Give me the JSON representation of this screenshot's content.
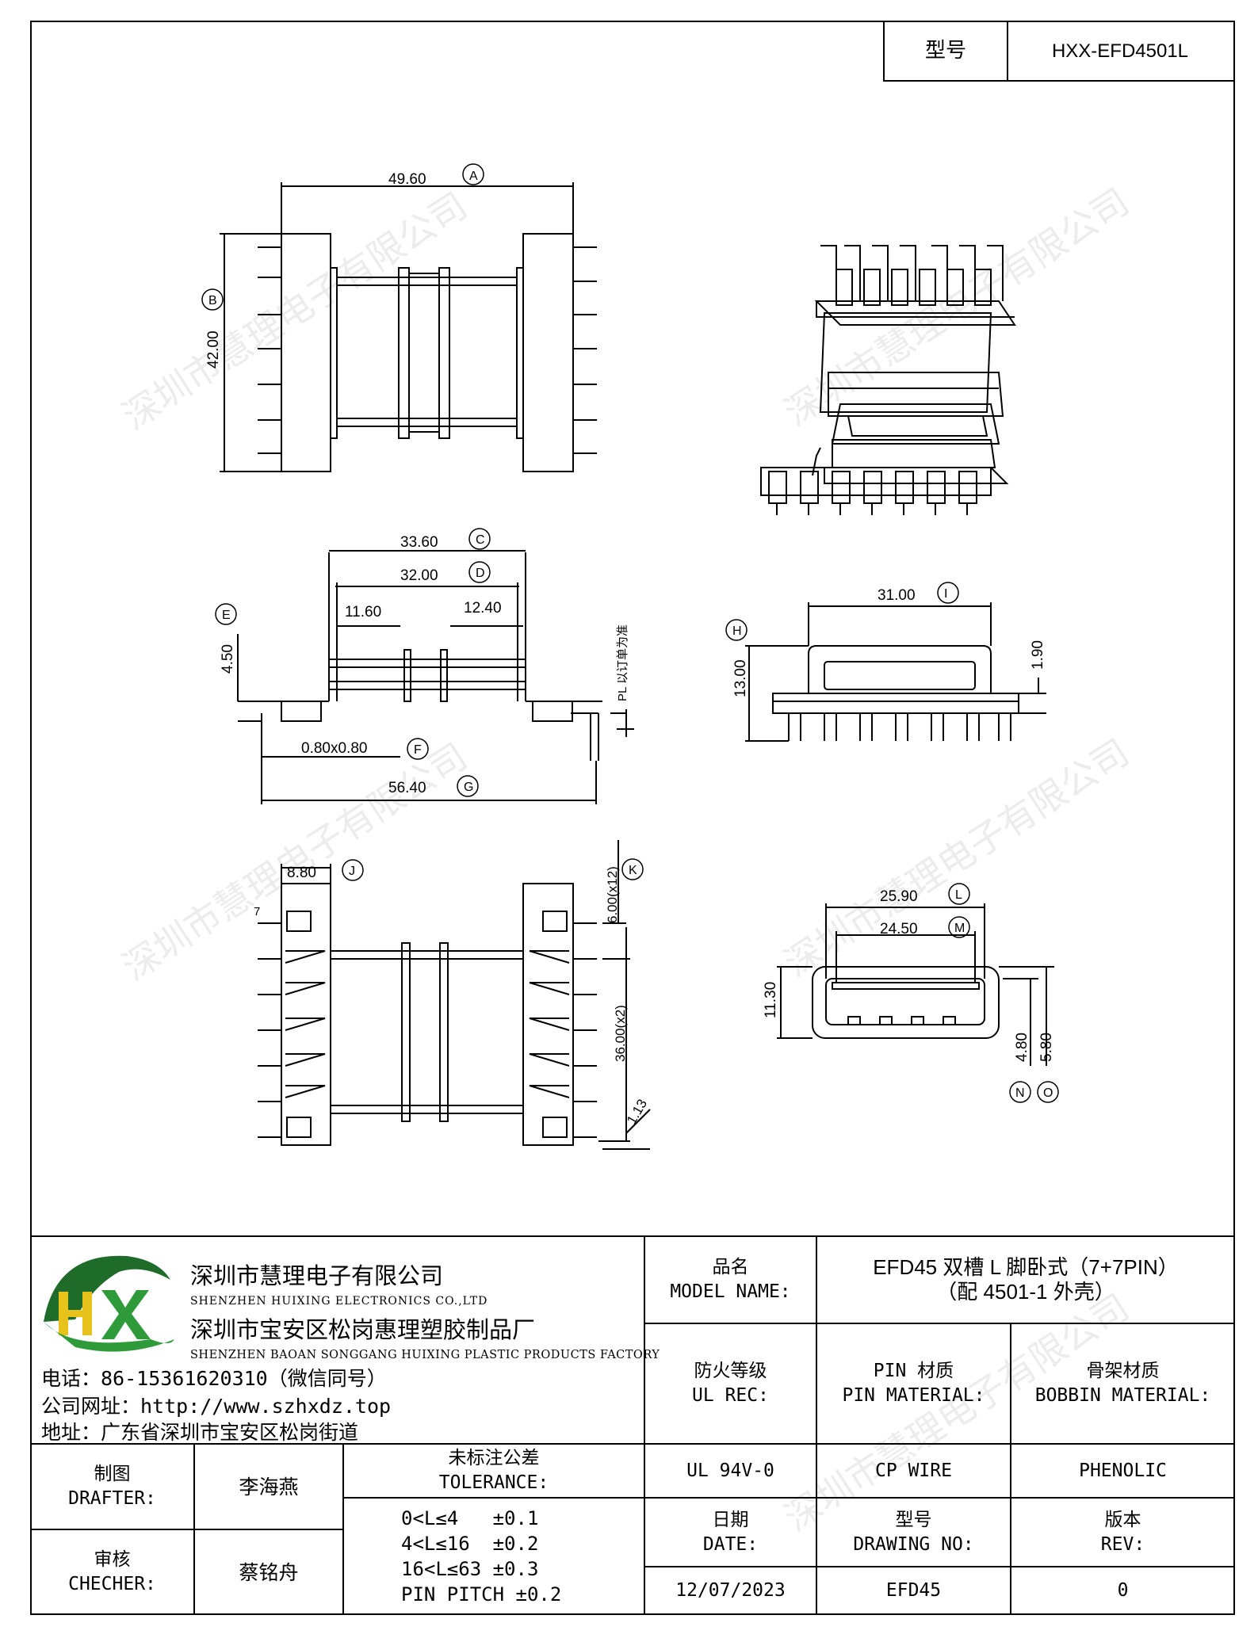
{
  "header": {
    "model_label": "型号",
    "model_value": "HXX-EFD4501L"
  },
  "watermark": "深圳市慧理电子有限公司",
  "dims": {
    "A": "49.60",
    "B": "42.00",
    "C": "33.60",
    "D": "32.00",
    "E": "4.50",
    "w1": "11.60",
    "w2": "12.40",
    "F": "0.80x0.80",
    "G": "56.40",
    "PL": "PL 以订单为准",
    "I": "31.00",
    "H": "13.00",
    "h1": "1.90",
    "J": "8.80",
    "K": "6.00(x12)",
    "k2": "36.00(x2)",
    "k3": "1.13",
    "L": "25.90",
    "M": "24.50",
    "h2": "11.30",
    "N": "4.80",
    "O": "5.80",
    "p7": "7"
  },
  "markers": {
    "A": "A",
    "B": "B",
    "C": "C",
    "D": "D",
    "E": "E",
    "F": "F",
    "G": "G",
    "H": "H",
    "I": "I",
    "J": "J",
    "K": "K",
    "L": "L",
    "M": "M",
    "N": "N",
    "O": "O"
  },
  "company": {
    "cn1": "深圳市慧理电子有限公司",
    "en1": "SHENZHEN HUIXING ELECTRONICS CO.,LTD",
    "cn2": "深圳市宝安区松岗惠理塑胶制品厂",
    "en2": "SHENZHEN BAOAN SONGGANG HUIXING PLASTIC PRODUCTS FACTORY",
    "phone": "电话：86-15361620310（微信同号）",
    "web": "公司网址：http://www.szhxdz.top",
    "addr": "地址：广东省深圳市宝安区松岗街道"
  },
  "titleblock": {
    "name_cn": "品名",
    "name_en": "MODEL NAME:",
    "name_v1": "EFD45 双槽 L 脚卧式（7+7PIN）",
    "name_v2": "（配 4501-1 外壳）",
    "fire_cn": "防火等级",
    "fire_en": "UL REC:",
    "pin_cn": "PIN 材质",
    "pin_en": "PIN MATERIAL:",
    "bob_cn": "骨架材质",
    "bob_en": "BOBBIN MATERIAL:",
    "fire_v": "UL 94V-0",
    "pin_v": "CP WIRE",
    "bob_v": "PHENOLIC",
    "drafter_cn": "制图",
    "drafter_en": "DRAFTER:",
    "drafter_v": "李海燕",
    "tol_cn": "未标注公差",
    "tol_en": "TOLERANCE:",
    "tol": [
      "0<L≤4   ±0.1",
      "4<L≤16  ±0.2",
      "16<L≤63 ±0.3",
      "PIN PITCH ±0.2"
    ],
    "checker_cn": "审核",
    "checker_en": "CHECHER:",
    "checker_v": "蔡铭舟",
    "date_cn": "日期",
    "date_en": "DATE:",
    "date_v": "12/07/2023",
    "dwg_cn": "型号",
    "dwg_en": "DRAWING NO:",
    "dwg_v": "EFD45",
    "rev_cn": "版本",
    "rev_en": "REV:",
    "rev_v": "0"
  },
  "colors": {
    "logo_green": "#2e9a3a",
    "logo_yellow": "#e6c21a",
    "logo_dark": "#1f6b2a"
  }
}
